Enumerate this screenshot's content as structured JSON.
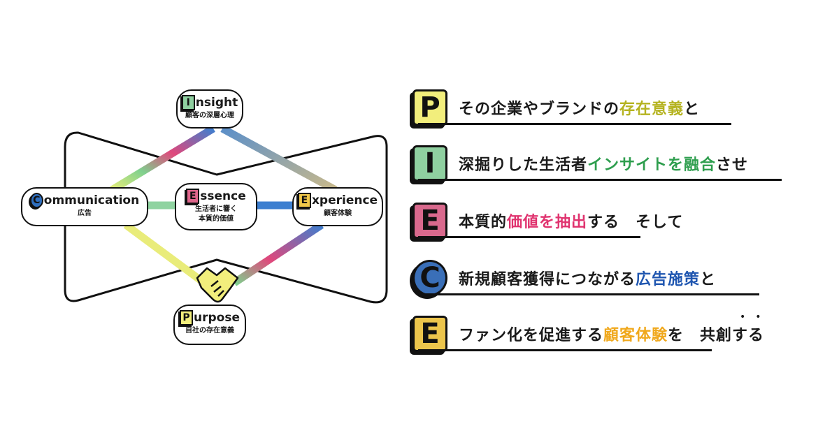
{
  "diagram": {
    "nodes": {
      "insight": {
        "letter": "I",
        "rest": "nsight",
        "sub": "顧客の深層心理",
        "color": "#8fd0a0"
      },
      "communication": {
        "letter": "C",
        "rest": "ommunication",
        "sub": "広告",
        "color": "#2f6fbf"
      },
      "essence": {
        "letter": "E",
        "rest": "ssence",
        "sub1": "生活者に響く",
        "sub2": "本質的価値",
        "color": "#e0668c"
      },
      "experience": {
        "letter": "E",
        "rest": "xperience",
        "sub": "顧客体験",
        "color": "#f1c84a"
      },
      "purpose": {
        "letter": "P",
        "rest": "urpose",
        "sub": "自社の存在意義",
        "color": "#f2ee7c"
      }
    }
  },
  "rows": [
    {
      "letter": "P",
      "color": "#f2ee7c",
      "segments": [
        {
          "text": "その企業やブランドの",
          "color": "#1a1a1a"
        },
        {
          "text": "存在意義",
          "color": "#b5b320"
        },
        {
          "text": "と",
          "color": "#1a1a1a"
        }
      ]
    },
    {
      "letter": "I",
      "color": "#8fd0a0",
      "segments": [
        {
          "text": "深掘りした生活者",
          "color": "#1a1a1a"
        },
        {
          "text": "インサイトを融合",
          "color": "#2e9e4e"
        },
        {
          "text": "させ",
          "color": "#1a1a1a"
        }
      ]
    },
    {
      "letter": "E",
      "color": "#d9698d",
      "segments": [
        {
          "text": "本質的",
          "color": "#1a1a1a"
        },
        {
          "text": "価値を抽出",
          "color": "#e0336f"
        },
        {
          "text": "する　そして",
          "color": "#1a1a1a"
        }
      ]
    },
    {
      "letter": "C",
      "color": "#3a6fb8",
      "segments": [
        {
          "text": "新規顧客獲得につながる",
          "color": "#1a1a1a"
        },
        {
          "text": "広告施策",
          "color": "#1f56b0"
        },
        {
          "text": "と",
          "color": "#1a1a1a"
        }
      ]
    },
    {
      "letter": "E",
      "color": "#ecc54c",
      "segments": [
        {
          "text": "ファン化を促進する",
          "color": "#1a1a1a"
        },
        {
          "text": "顧客体験",
          "color": "#f0a81c"
        },
        {
          "text": "を　共創する",
          "color": "#1a1a1a"
        }
      ]
    }
  ]
}
